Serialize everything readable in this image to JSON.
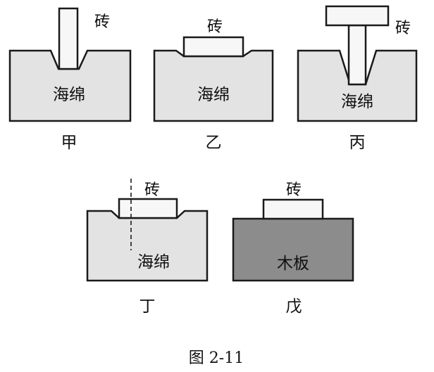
{
  "brick_label": "砖",
  "sponge_label": "海绵",
  "wood_label": "木板",
  "panels": {
    "jia": "甲",
    "yi": "乙",
    "bing": "丙",
    "ding": "丁",
    "wu": "戊"
  },
  "caption": "图 2-11",
  "colors": {
    "sponge": "#e3e3e3",
    "wood": "#8c8c8c",
    "brick": "#f7f7f7",
    "stroke": "#1a1a1a"
  }
}
